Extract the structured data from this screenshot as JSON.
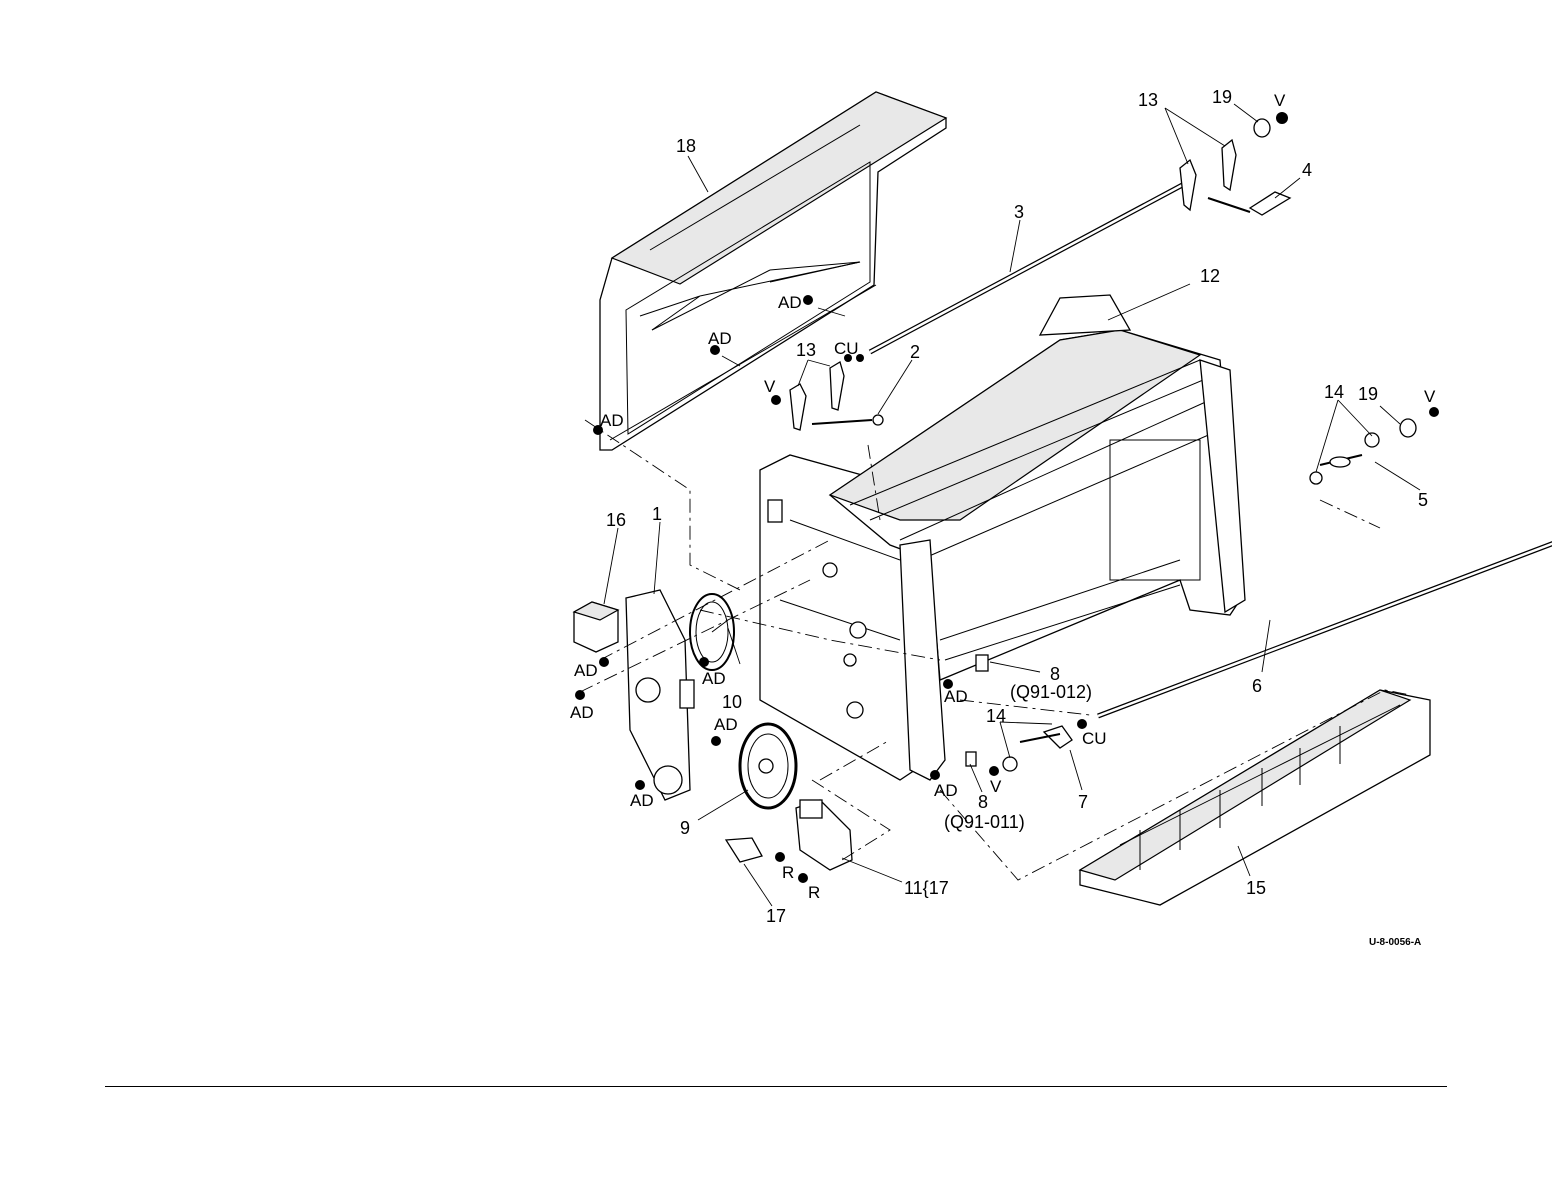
{
  "figure_id": "U-8-0056-A",
  "callouts": {
    "c18": "18",
    "c13a": "13",
    "c19a": "19",
    "cVa": "V",
    "c4": "4",
    "c3": "3",
    "c12": "12",
    "cAD1": "AD",
    "cAD2": "AD",
    "cAD3": "AD",
    "c13b": "13",
    "cCU1": "CU",
    "c2": "2",
    "cV2": "V",
    "c14a": "14",
    "c19b": "19",
    "cVb": "V",
    "c5": "5",
    "c16": "16",
    "c1": "1",
    "cAD4": "AD",
    "cAD5": "AD",
    "cAD6": "AD",
    "c10": "10",
    "c8a": "8",
    "q91_012": "(Q91-012)",
    "cAD7": "AD",
    "c6": "6",
    "cAD8": "AD",
    "c14b": "14",
    "cCU2": "CU",
    "cAD9": "AD",
    "cV3": "V",
    "c7": "7",
    "cAD10": "AD",
    "c8b": "8",
    "q91_011": "(Q91-011)",
    "c9": "9",
    "cR1": "R",
    "cR2": "R",
    "c11": "11{17",
    "c17": "17",
    "c15": "15"
  }
}
